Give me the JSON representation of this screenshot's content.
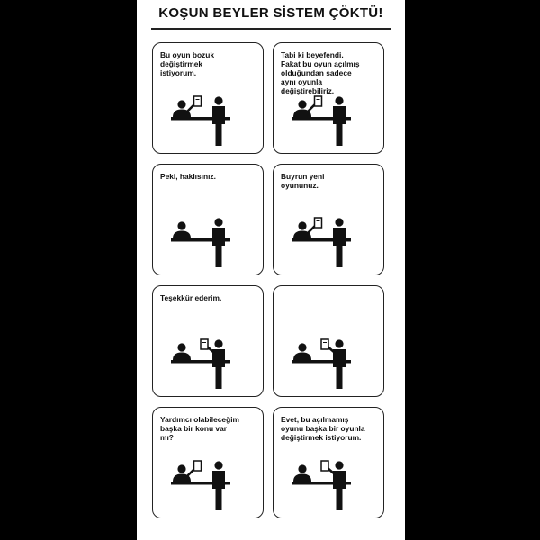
{
  "title": "KOŞUN BEYLER SİSTEM ÇÖKTÜ!",
  "panels": [
    {
      "caption": "Bu oyun bozuk\ndeğiştirmek\nistiyorum.",
      "scene": "customer-holding-box"
    },
    {
      "caption": "Tabi ki beyefendi.\nFakat bu oyun açılmış\nolduğundan sadece\naynı oyunla\ndeğiştirebiliriz.",
      "scene": "customer-holding-box"
    },
    {
      "caption": "Peki, haklısınız.",
      "scene": "empty-hands"
    },
    {
      "caption": "Buyrun yeni\noyununuz.",
      "scene": "customer-holding-box"
    },
    {
      "caption": "Teşekkür ederim.",
      "scene": "clerk-holding-box"
    },
    {
      "caption": "",
      "scene": "clerk-holding-box"
    },
    {
      "caption": "Yardımcı olabileceğim\nbaşka bir konu var\nmı?",
      "scene": "customer-holding-box"
    },
    {
      "caption": "Evet, bu açılmamış\noyunu başka bir oyunla\ndeğiştirmek istiyorum.",
      "scene": "clerk-holding-box"
    }
  ],
  "colors": {
    "ink": "#111111",
    "paper": "#ffffff",
    "background": "#000000"
  }
}
